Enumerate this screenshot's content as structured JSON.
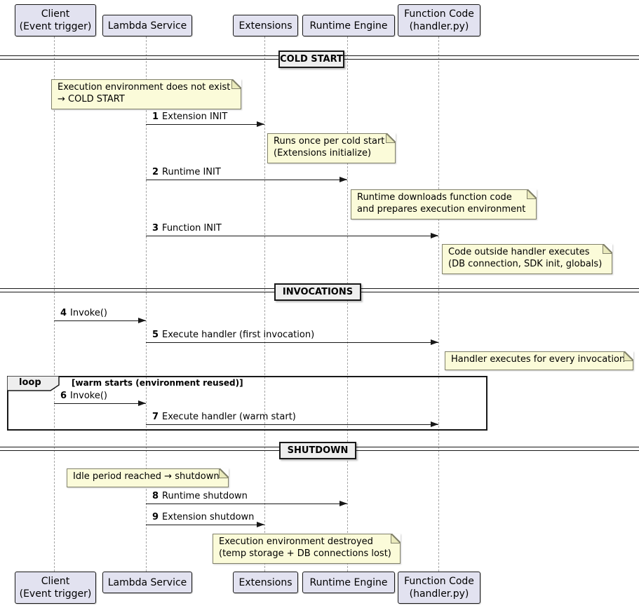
{
  "participants": [
    {
      "label": "Client\n(Event trigger)"
    },
    {
      "label": "Lambda Service"
    },
    {
      "label": "Extensions"
    },
    {
      "label": "Runtime Engine"
    },
    {
      "label": "Function Code\n(handler.py)"
    }
  ],
  "dividers": [
    {
      "label": "COLD START"
    },
    {
      "label": "INVOCATIONS"
    },
    {
      "label": "SHUTDOWN"
    }
  ],
  "messages": [
    {
      "num": "1",
      "text": "Extension INIT"
    },
    {
      "num": "2",
      "text": "Runtime INIT"
    },
    {
      "num": "3",
      "text": "Function INIT"
    },
    {
      "num": "4",
      "text": "Invoke()"
    },
    {
      "num": "5",
      "text": "Execute handler (first invocation)"
    },
    {
      "num": "6",
      "text": "Invoke()"
    },
    {
      "num": "7",
      "text": "Execute handler (warm start)"
    },
    {
      "num": "8",
      "text": "Runtime shutdown"
    },
    {
      "num": "9",
      "text": "Extension shutdown"
    }
  ],
  "notes": [
    {
      "text": "Execution environment does not exist\n→ COLD START"
    },
    {
      "text": "Runs once per cold start\n(Extensions initialize)"
    },
    {
      "text": "Runtime downloads function code\nand prepares execution environment"
    },
    {
      "text": "Code outside handler executes\n(DB connection, SDK init, globals)"
    },
    {
      "text": "Handler executes for every invocation"
    },
    {
      "text": "Idle period reached → shutdown"
    },
    {
      "text": "Execution environment destroyed\n(temp storage + DB connections lost)"
    }
  ],
  "loop": {
    "label": "loop",
    "condition": "[warm starts (environment reused)]"
  },
  "colors": {
    "participant_fill": "#E2E2F0",
    "participant_border": "#181818",
    "note_fill": "#FBFBD9",
    "note_border": "#82826B",
    "divider_fill": "#EEEEEE",
    "line": "#181818",
    "lifeline": "#A6A6A6"
  }
}
